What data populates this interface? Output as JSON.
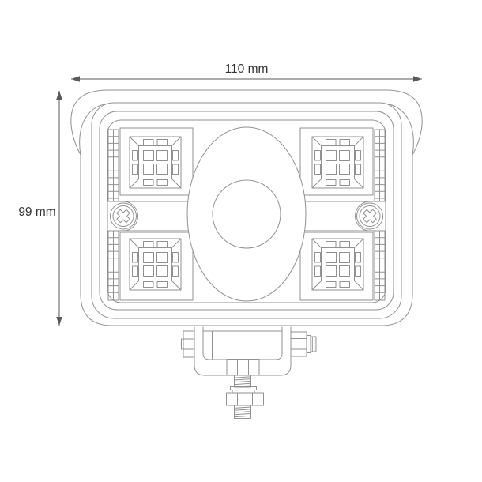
{
  "diagram": {
    "type": "technical-drawing",
    "subject": "LED work light front view with mounting bracket",
    "dimension_labels": {
      "width": "110 mm",
      "height": "99 mm"
    },
    "colors": {
      "line": "#919191",
      "dimension_line": "#5a5a5a",
      "label_text": "#333333",
      "background": "#ffffff"
    },
    "parts": [
      "housing-with-mounting-ears",
      "heatsink-fin-strip-left",
      "heatsink-fin-strip-right",
      "led-reflector-top-left",
      "led-reflector-top-right",
      "led-reflector-bottom-left",
      "led-reflector-bottom-right",
      "center-oval-lens",
      "phillips-screw-left",
      "phillips-screw-right",
      "mounting-bracket",
      "threaded-stud-with-nut-and-washer"
    ]
  }
}
